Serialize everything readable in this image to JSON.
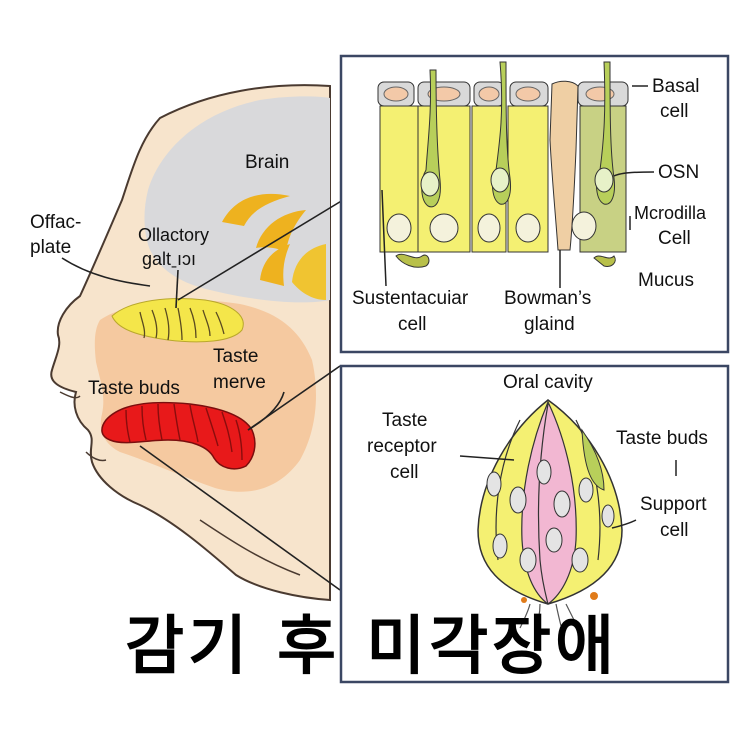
{
  "head_labels": {
    "brain": "Brain",
    "olfactory_plate_line1": "Offac-",
    "olfactory_plate_line2": "plate",
    "olfactory_gland_line1": "Ollactory",
    "olfactory_gland_line2": "galtˍıɔı",
    "taste_nerve_line1": "Taste",
    "taste_nerve_line2": "merve",
    "taste_buds": "Taste buds"
  },
  "epithelium_panel": {
    "basal_cell_line1": "Basal",
    "basal_cell_line2": "cell",
    "osn": "OSN",
    "microvilli_line1": "Mcrodilla",
    "microvilli_line2": "Cell",
    "mucus": "Mucus",
    "sustentacular_line1": "Sustentacuiar",
    "sustentacular_line2": "cell",
    "bowmans_line1": "Bowman’s",
    "bowmans_line2": "glaind"
  },
  "taste_bud_panel": {
    "oral_cavity": "Oral cavity",
    "receptor_line1": "Taste",
    "receptor_line2": "receptor",
    "receptor_line3": "cell",
    "taste_buds": "Taste buds",
    "support_line1": "Support",
    "support_line2": "cell"
  },
  "caption": "감기 후 미각장애",
  "colors": {
    "skin": "#f7e4cc",
    "skin_dark": "#f5c9a0",
    "brain_gray": "#d9d9db",
    "olfactory_yellow": "#f4e64a",
    "nerve_orange": "#eeb21f",
    "tongue_red": "#e8191a",
    "cell_yellow": "#f4f072",
    "cell_green": "#b8cf5a",
    "bud_pink": "#f2b7d2",
    "panel_border": "#3b4763"
  }
}
